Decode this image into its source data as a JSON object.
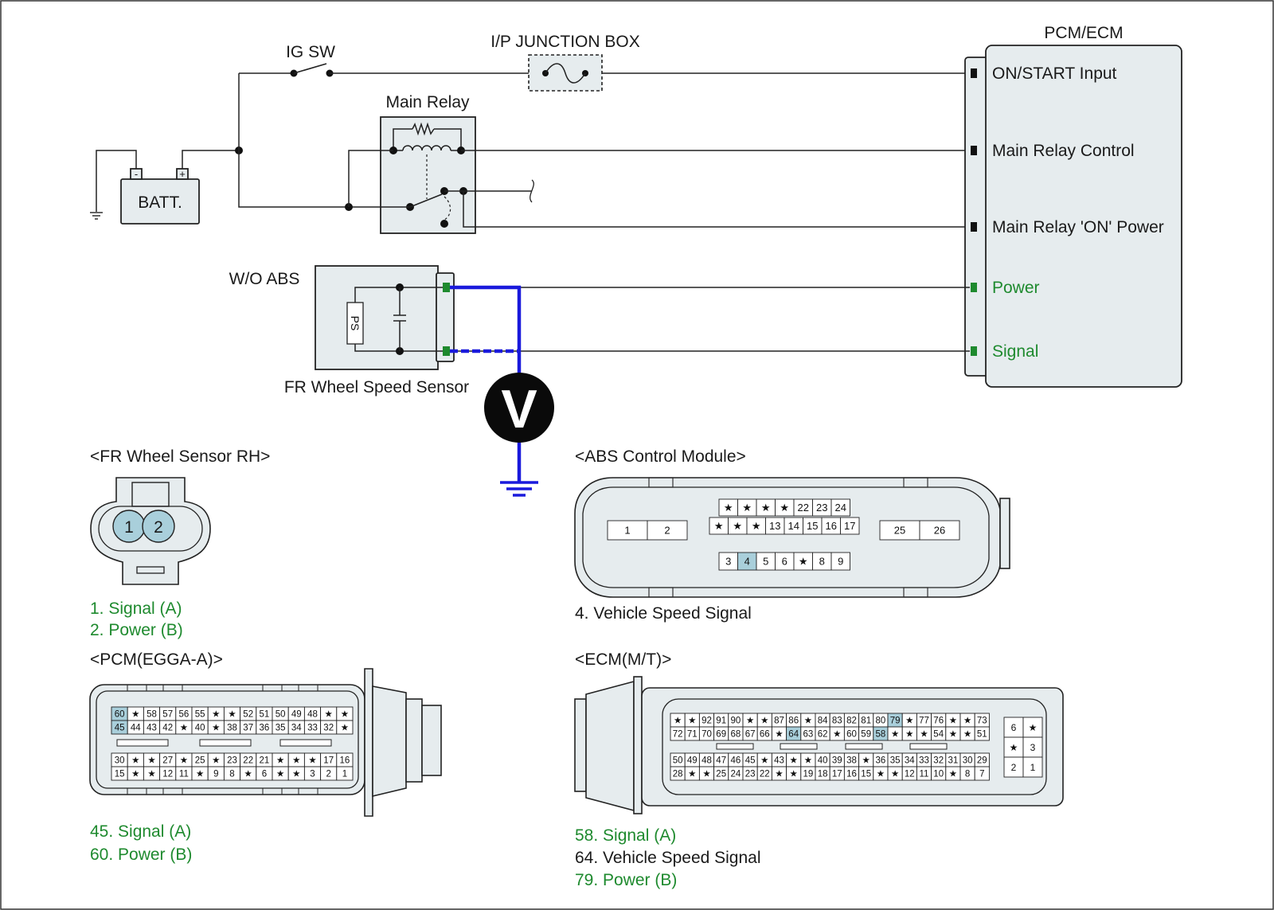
{
  "labels": {
    "ig_sw": "IG SW",
    "ip_junction_box": "I/P JUNCTION BOX",
    "pcm_ecm": "PCM/ECM",
    "main_relay": "Main Relay",
    "batt": "BATT.",
    "batt_minus": "-",
    "batt_plus": "+",
    "wo_abs": "W/O ABS",
    "fr_wheel_speed_sensor": "FR Wheel Speed Sensor",
    "ps": "PS",
    "voltmeter": "V"
  },
  "ecm_terminals": [
    {
      "label": "ON/START Input",
      "color": "#1a1a1a"
    },
    {
      "label": "Main Relay Control",
      "color": "#1a1a1a"
    },
    {
      "label": "Main Relay 'ON' Power",
      "color": "#1a1a1a"
    },
    {
      "label": "Power",
      "color": "#1e8a2e"
    },
    {
      "label": "Signal",
      "color": "#1e8a2e"
    }
  ],
  "connectors": {
    "fr_wheel_sensor": {
      "title": "<FR Wheel Sensor RH>",
      "pins": [
        "1",
        "2"
      ],
      "legend": [
        "1. Signal (A)",
        "2. Power (B)"
      ]
    },
    "abs_module": {
      "title": "<ABS Control Module>",
      "left_pins": [
        "1",
        "2"
      ],
      "right_pins": [
        "25",
        "26"
      ],
      "top_row": [
        "★",
        "★",
        "★",
        "★",
        "22",
        "23",
        "24"
      ],
      "mid_row": [
        "★",
        "★",
        "★",
        "13",
        "14",
        "15",
        "16",
        "17"
      ],
      "bottom_row": [
        "3",
        "4",
        "5",
        "6",
        "★",
        "8",
        "9"
      ],
      "legend": [
        "4. Vehicle Speed Signal"
      ]
    },
    "pcm": {
      "title": "<PCM(EGGA-A)>",
      "row1": [
        "60",
        "★",
        "58",
        "57",
        "56",
        "55",
        "★",
        "★",
        "52",
        "51",
        "50",
        "49",
        "48",
        "★",
        "★"
      ],
      "row2": [
        "45",
        "44",
        "43",
        "42",
        "★",
        "40",
        "★",
        "38",
        "37",
        "36",
        "35",
        "34",
        "33",
        "32",
        "★"
      ],
      "row3": [
        "30",
        "★",
        "★",
        "27",
        "★",
        "25",
        "★",
        "23",
        "22",
        "21",
        "★",
        "★",
        "★",
        "17",
        "16"
      ],
      "row4": [
        "15",
        "★",
        "★",
        "12",
        "11",
        "★",
        "9",
        "8",
        "★",
        "6",
        "★",
        "★",
        "3",
        "2",
        "1"
      ],
      "legend": [
        "45. Signal (A)",
        "60. Power (B)"
      ]
    },
    "ecm": {
      "title": "<ECM(M/T)>",
      "row1": [
        "★",
        "★",
        "92",
        "91",
        "90",
        "★",
        "★",
        "87",
        "86",
        "★",
        "84",
        "83",
        "82",
        "81",
        "80",
        "79",
        "★",
        "77",
        "76",
        "★",
        "★",
        "73"
      ],
      "row2": [
        "72",
        "71",
        "70",
        "69",
        "68",
        "67",
        "66",
        "★",
        "64",
        "63",
        "62",
        "★",
        "60",
        "59",
        "58",
        "★",
        "★",
        "★",
        "54",
        "★",
        "★",
        "51"
      ],
      "row3": [
        "50",
        "49",
        "48",
        "47",
        "46",
        "45",
        "★",
        "43",
        "★",
        "★",
        "40",
        "39",
        "38",
        "★",
        "36",
        "35",
        "34",
        "33",
        "32",
        "31",
        "30",
        "29"
      ],
      "row4": [
        "28",
        "★",
        "★",
        "25",
        "24",
        "23",
        "22",
        "★",
        "★",
        "19",
        "18",
        "17",
        "16",
        "15",
        "★",
        "★",
        "12",
        "11",
        "10",
        "★",
        "8",
        "7"
      ],
      "side": [
        "6",
        "★",
        "★",
        "3",
        "2",
        "1"
      ],
      "legend": [
        {
          "text": "58. Signal (A)",
          "color": "#1e8a2e"
        },
        {
          "text": "64. Vehicle Speed Signal",
          "color": "#1a1a1a"
        },
        {
          "text": "79. Power (B)",
          "color": "#1e8a2e"
        }
      ]
    }
  },
  "colors": {
    "probe_wire": "#1a1adc",
    "signal_green": "#1e8a2e",
    "highlight": "#a9cfdb",
    "component_fill": "#e6ecee"
  }
}
